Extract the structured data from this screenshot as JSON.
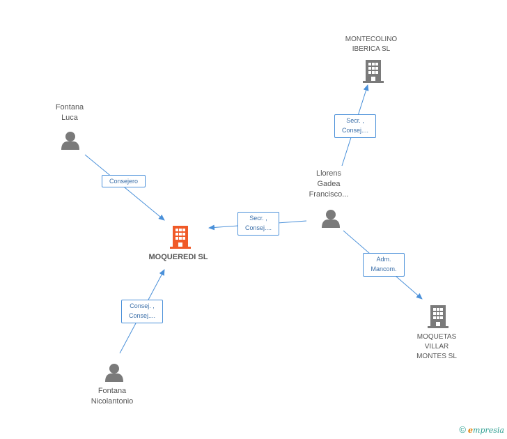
{
  "nodes": {
    "center": {
      "label": "MOQUEREDI SL",
      "type": "company",
      "color": "#f05a28"
    },
    "montecolino": {
      "label": "MONTECOLINO\nIBERICA SL",
      "type": "company",
      "color": "#7a7a7a"
    },
    "moquetas": {
      "label": "MOQUETAS\nVILLAR\nMONTES SL",
      "type": "company",
      "color": "#7a7a7a"
    },
    "fontana_luca": {
      "label": "Fontana\nLuca",
      "type": "person",
      "color": "#7a7a7a"
    },
    "llorens": {
      "label": "Llorens\nGadea\nFrancisco...",
      "type": "person",
      "color": "#7a7a7a"
    },
    "fontana_nicolantonio": {
      "label": "Fontana\nNicolantonio",
      "type": "person",
      "color": "#7a7a7a"
    }
  },
  "edges": [
    {
      "from": "fontana_luca",
      "to": "center",
      "label": "Consejero"
    },
    {
      "from": "llorens",
      "to": "center",
      "label": "Secr. ,\nConsej...."
    },
    {
      "from": "llorens",
      "to": "montecolino",
      "label": "Secr. ,\nConsej...."
    },
    {
      "from": "llorens",
      "to": "moquetas",
      "label": "Adm.\nMancom."
    },
    {
      "from": "fontana_nicolantonio",
      "to": "center",
      "label": "Consej. ,\nConsej...."
    }
  ],
  "brand": {
    "copyright": "©",
    "name_first": "e",
    "name_rest": "mpresia"
  },
  "colors": {
    "edge": "#4a90d9"
  }
}
